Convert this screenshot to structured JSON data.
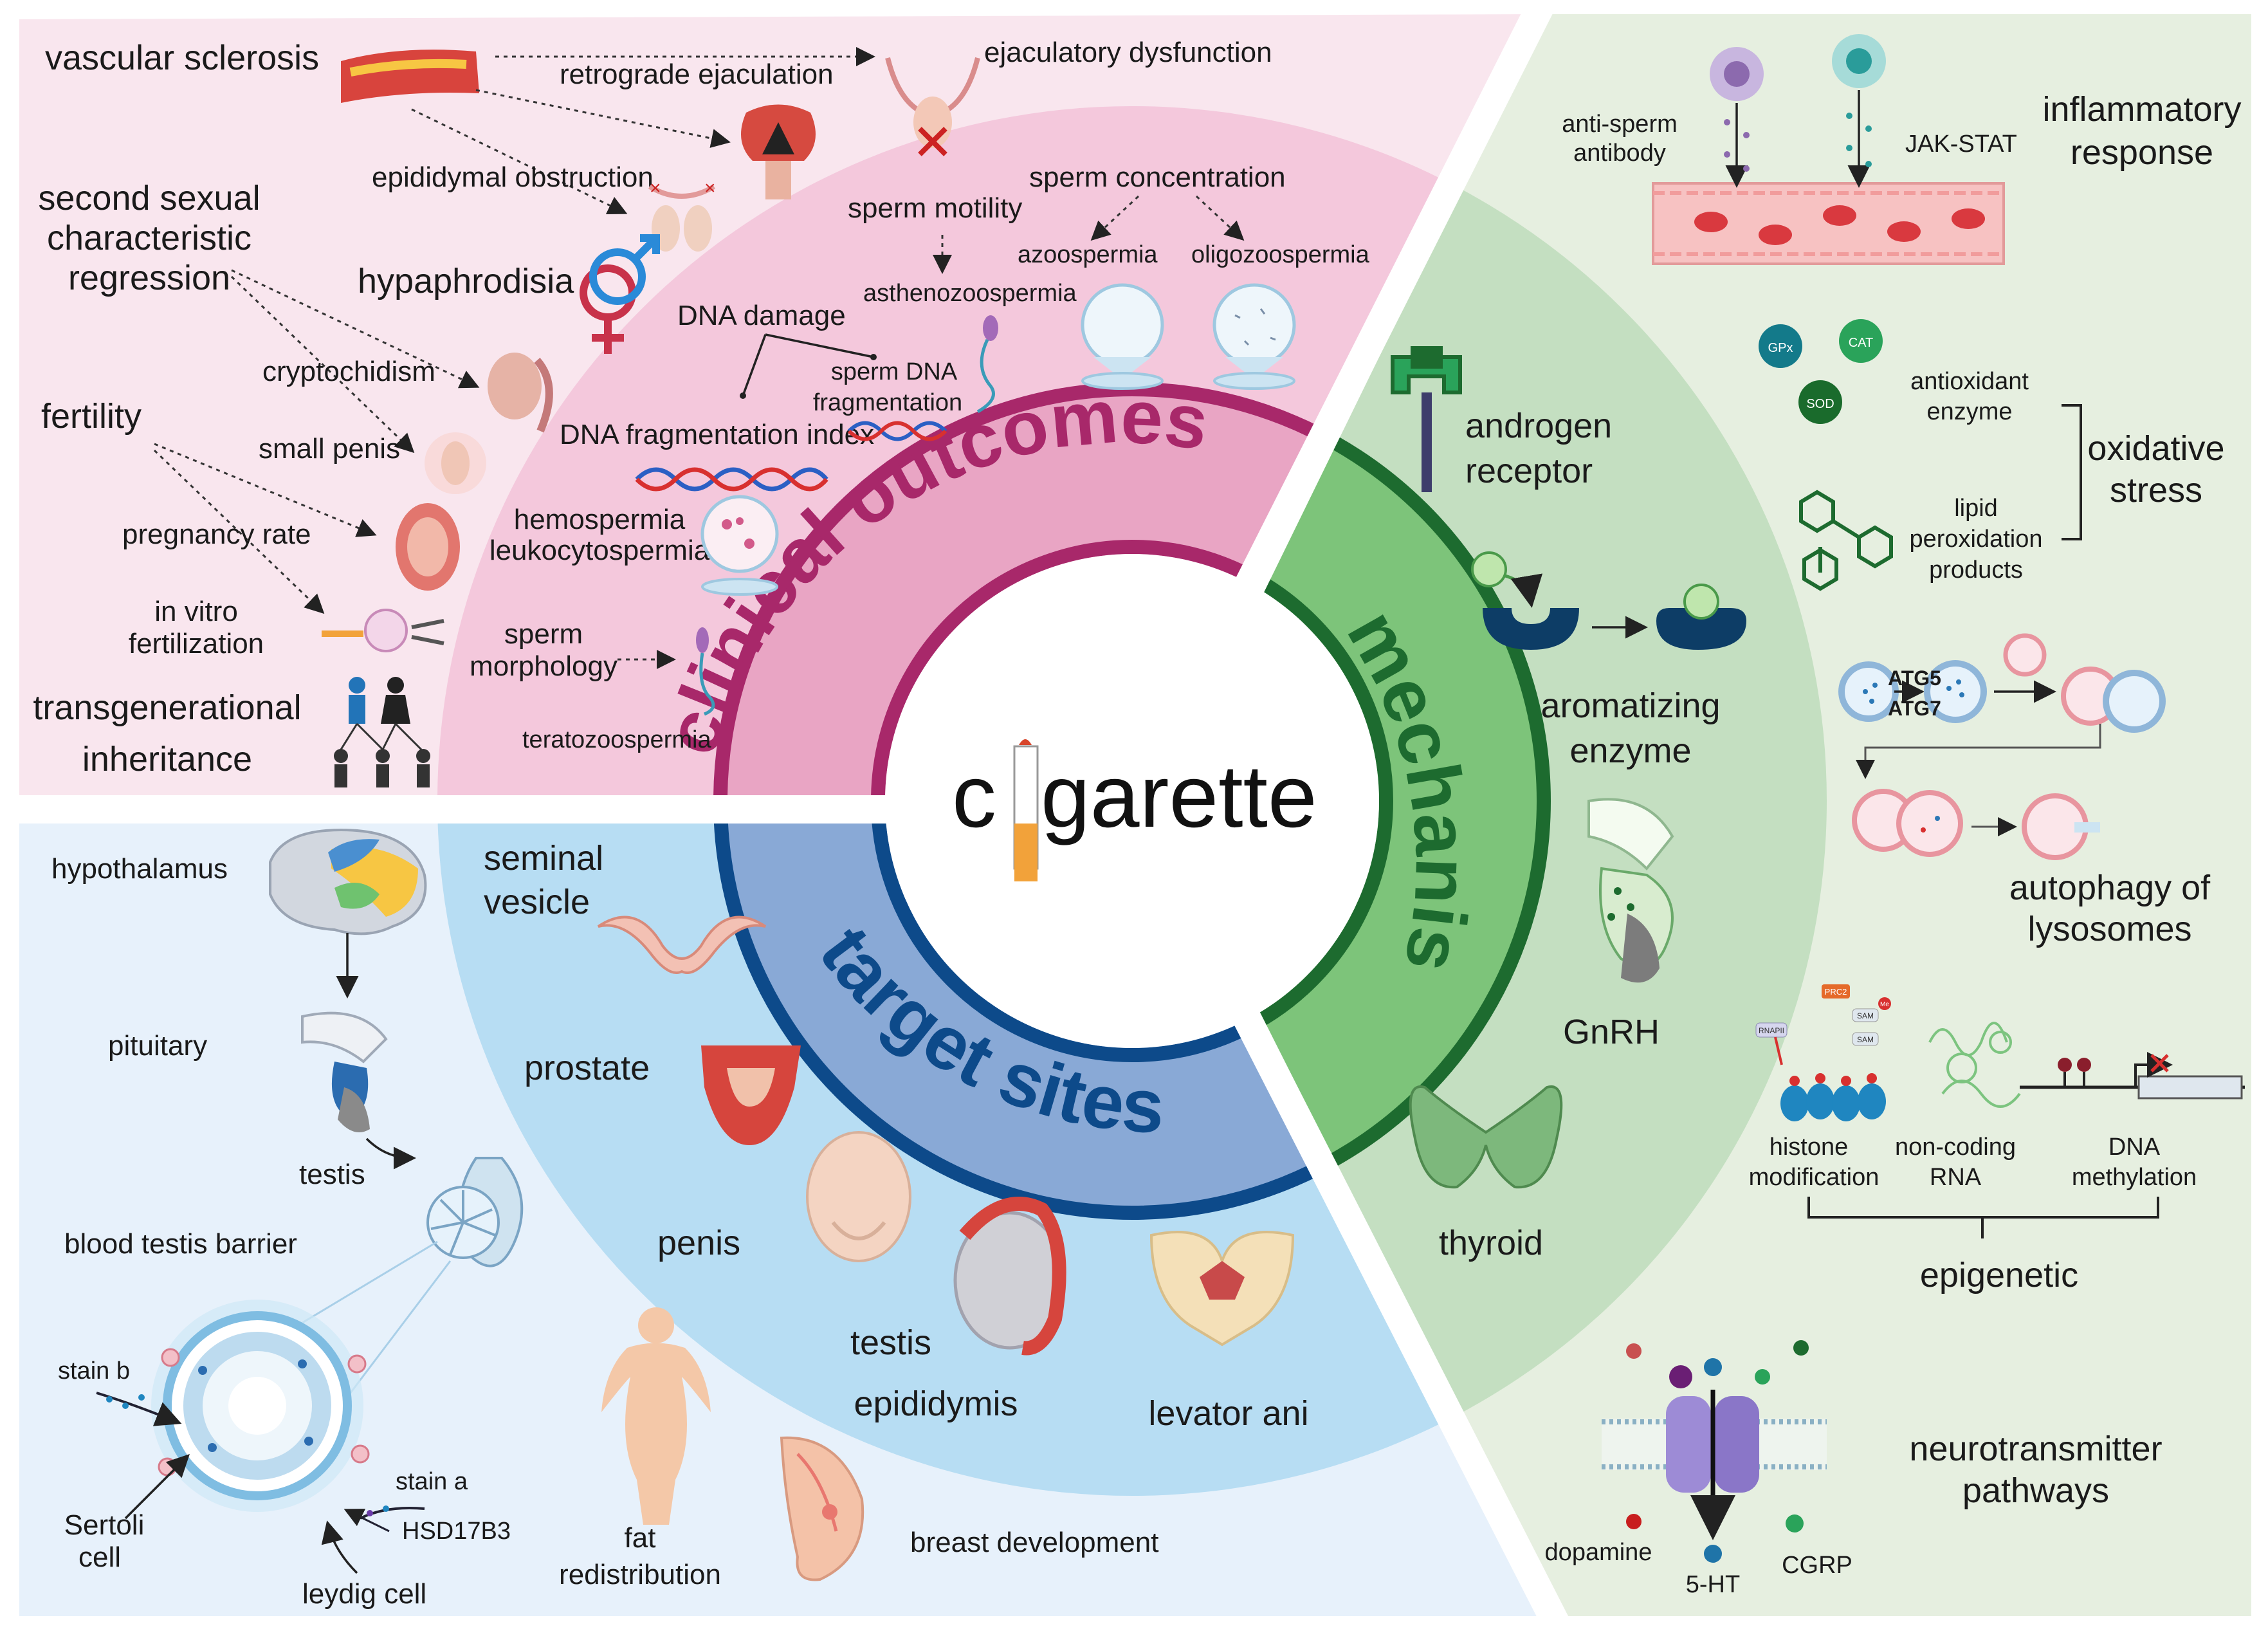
{
  "center": {
    "word_prefix": "c",
    "word_suffix": "garette"
  },
  "ring_labels": {
    "clinical": "clinical outcomes",
    "mechanism": "mechanism",
    "target": "target sites"
  },
  "clinical_outer": {
    "vascular_sclerosis": "vascular sclerosis",
    "retrograde_ejaculation": "retrograde ejaculation",
    "ejaculatory_dysfunction": "ejaculatory dysfunction",
    "epididymal_obstruction": "epididymal obstruction",
    "second_sexual_1": "second sexual",
    "second_sexual_2": "characteristic",
    "second_sexual_3": "regression",
    "hypaphrodisia": "hypaphrodisia",
    "cryptochidism": "cryptochidism",
    "fertility": "fertility",
    "small_penis": "small penis",
    "pregnancy_rate": "pregnancy rate",
    "ivf_1": "in vitro",
    "ivf_2": "fertilization",
    "transgenerational": "transgenerational",
    "inheritance": "inheritance"
  },
  "clinical_inner": {
    "sperm_concentration": "sperm concentration",
    "sperm_motility": "sperm motility",
    "azoospermia": "azoospermia",
    "oligozoospermia": "oligozoospermia",
    "asthenozoospermia": "asthenozoospermia",
    "dna_damage": "DNA damage",
    "sperm_dna_1": "sperm DNA",
    "sperm_dna_2": "fragmentation",
    "dna_fragmentation_index": "DNA fragmentation index",
    "hemospermia": "hemospermia",
    "leukocytospermia": "leukocytospermia",
    "sperm_morph_1": "sperm",
    "sperm_morph_2": "morphology",
    "teratozoospermia": "teratozoospermia"
  },
  "mechanism": {
    "inflammatory_1": "inflammatory",
    "inflammatory_2": "response",
    "anti_sperm_1": "anti-sperm",
    "anti_sperm_2": "antibody",
    "jak_stat": "JAK-STAT",
    "gpx": "GPx",
    "cat": "CAT",
    "sod": "SOD",
    "antioxidant_1": "antioxidant",
    "antioxidant_2": "enzyme",
    "oxidative_1": "oxidative",
    "oxidative_2": "stress",
    "lipid_1": "lipid",
    "lipid_2": "peroxidation",
    "lipid_3": "products",
    "androgen_1": "androgen",
    "androgen_2": "receptor",
    "aromatizing_1": "aromatizing",
    "aromatizing_2": "enzyme",
    "atg5": "ATG5",
    "atg7": "ATG7",
    "autophagy_1": "autophagy of",
    "autophagy_2": "lysosomes",
    "gnrh": "GnRH",
    "histone_1": "histone",
    "histone_2": "modification",
    "noncoding_1": "non-coding",
    "noncoding_2": "RNA",
    "dna_meth_1": "DNA",
    "dna_meth_2": "methylation",
    "epigenetic": "epigenetic",
    "thyroid": "thyroid",
    "neuro_1": "neurotransmitter",
    "neuro_2": "pathways",
    "dopamine": "dopamine",
    "ht5": "5-HT",
    "cgrp": "CGRP",
    "prc2": "PRC2",
    "sam": "SAM",
    "rnapii": "RNAPII",
    "me": "Me"
  },
  "target": {
    "hypothalamus": "hypothalamus",
    "pituitary": "pituitary",
    "testis_left": "testis",
    "btb": "blood testis barrier",
    "stain_b": "stain b",
    "stain_a": "stain a",
    "hsd": "HSD17B3",
    "sertoli_1": "Sertoli",
    "sertoli_2": "cell",
    "leydig": "leydig cell",
    "seminal_1": "seminal",
    "seminal_2": "vesicle",
    "prostate": "prostate",
    "penis": "penis",
    "testis": "testis",
    "epididymis": "epididymis",
    "levator": "levator ani",
    "fat_1": "fat",
    "fat_2": "redistribution",
    "breast": "breast development"
  },
  "colors": {
    "pink_panel": "#f9e6ee",
    "pink_mid": "#f4c8dc",
    "pink_ring": "#e9a5c4",
    "magenta": "#a8286a",
    "green_panel": "#e6efe0",
    "green_mid": "#c4dfc1",
    "green_ring": "#7dc47a",
    "green_dark": "#1d6b2f",
    "blue_panel": "#e7f1fb",
    "blue_mid": "#b7ddf3",
    "blue_ring": "#89a9d6",
    "navy": "#0d4a8a"
  }
}
